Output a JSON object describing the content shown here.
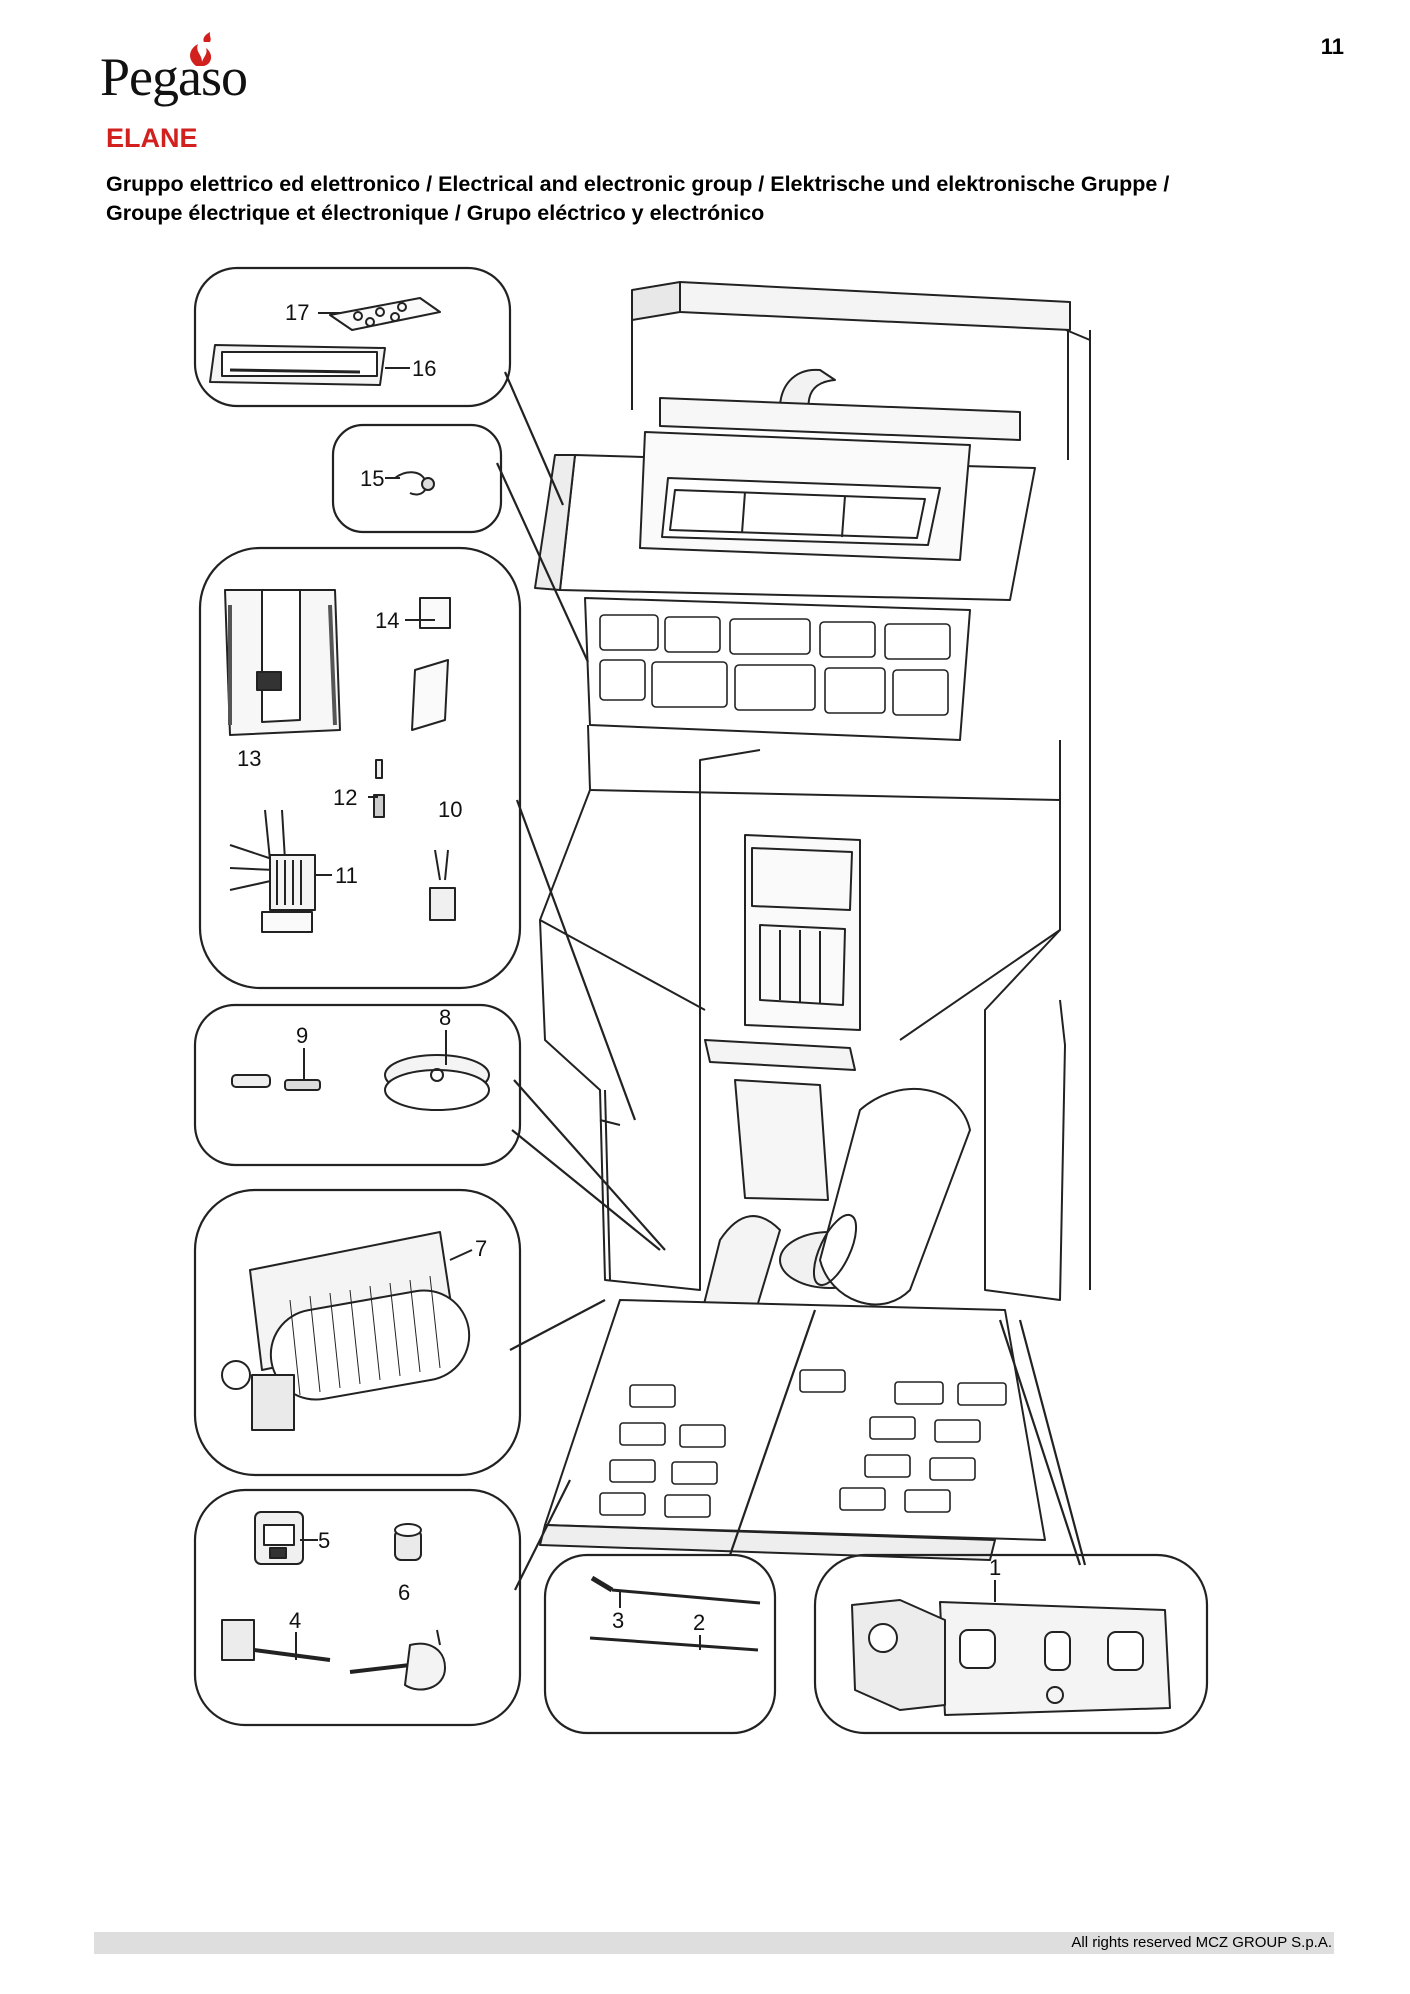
{
  "header": {
    "brand": "Pegaso",
    "page_number": "11",
    "model": "ELANE",
    "subtitle_line1": "Gruppo elettrico ed elettronico / Electrical and electronic group / Elektrische und elektronische Gruppe /",
    "subtitle_line2": "Groupe électrique et électronique / Grupo eléctrico y electrónico"
  },
  "callouts": {
    "c1": "1",
    "c2": "2",
    "c3": "3",
    "c4": "4",
    "c5": "5",
    "c6": "6",
    "c7": "7",
    "c8": "8",
    "c9": "9",
    "c10": "10",
    "c11": "11",
    "c12": "12",
    "c13": "13",
    "c14": "14",
    "c15": "15",
    "c16": "16",
    "c17": "17"
  },
  "footer": {
    "copyright": "All rights reserved MCZ GROUP S.p.A."
  },
  "colors": {
    "model_title": "#d2201f",
    "logo_flame": "#d2201f",
    "footer_bar": "#dedede"
  }
}
